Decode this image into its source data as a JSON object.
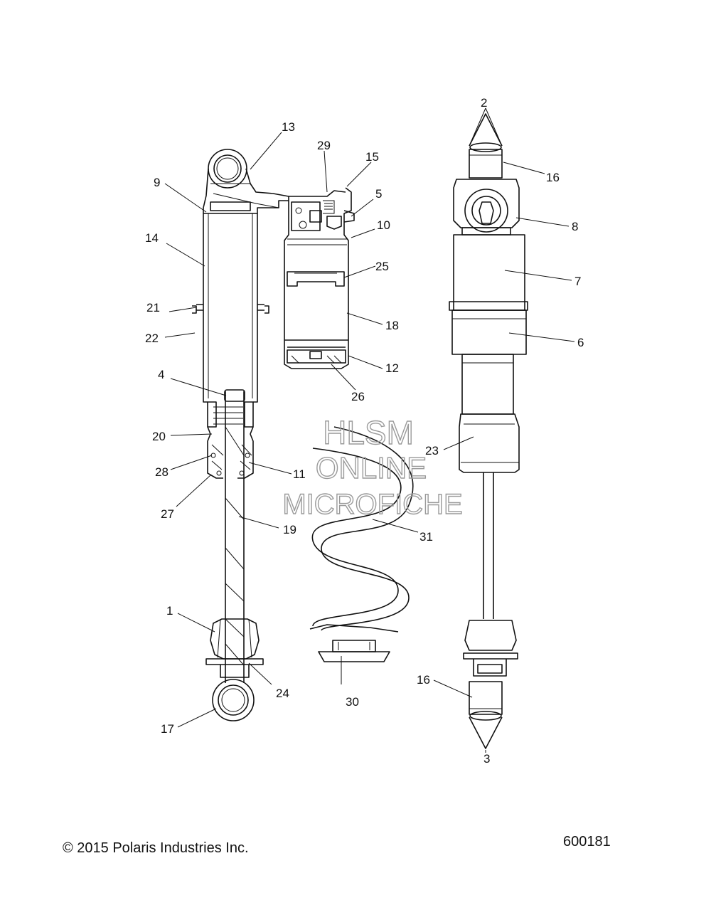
{
  "callouts": [
    "1",
    "2",
    "3",
    "4",
    "5",
    "6",
    "7",
    "8",
    "9",
    "10",
    "11",
    "12",
    "13",
    "14",
    "15",
    "16",
    "16",
    "17",
    "18",
    "19",
    "20",
    "21",
    "22",
    "23",
    "24",
    "25",
    "26",
    "27",
    "28",
    "29",
    "30",
    "31"
  ],
  "watermark": {
    "line1": "HLSM",
    "line2": "ONLINE",
    "line3": "MICROFICHE"
  },
  "footer": {
    "copyright": "© 2015 Polaris Industries Inc.",
    "figure_number": "600181"
  }
}
